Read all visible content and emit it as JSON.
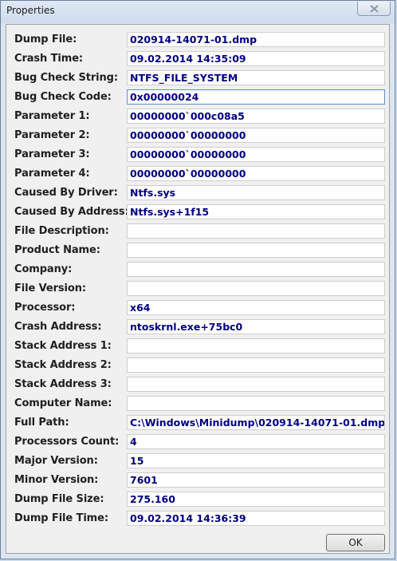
{
  "window": {
    "title": "Properties"
  },
  "fields": [
    {
      "label": "Dump File:",
      "value": "020914-14071-01.dmp"
    },
    {
      "label": "Crash Time:",
      "value": "09.02.2014 14:35:09"
    },
    {
      "label": "Bug Check String:",
      "value": "NTFS_FILE_SYSTEM"
    },
    {
      "label": "Bug Check Code:",
      "value": "0x00000024"
    },
    {
      "label": "Parameter 1:",
      "value": "00000000`000c08a5"
    },
    {
      "label": "Parameter 2:",
      "value": "00000000`00000000"
    },
    {
      "label": "Parameter 3:",
      "value": "00000000`00000000"
    },
    {
      "label": "Parameter 4:",
      "value": "00000000`00000000"
    },
    {
      "label": "Caused By Driver:",
      "value": "Ntfs.sys"
    },
    {
      "label": "Caused By Address:",
      "value": "Ntfs.sys+1f15"
    },
    {
      "label": "File Description:",
      "value": ""
    },
    {
      "label": "Product Name:",
      "value": ""
    },
    {
      "label": "Company:",
      "value": ""
    },
    {
      "label": "File Version:",
      "value": ""
    },
    {
      "label": "Processor:",
      "value": "x64"
    },
    {
      "label": "Crash Address:",
      "value": "ntoskrnl.exe+75bc0"
    },
    {
      "label": "Stack Address 1:",
      "value": ""
    },
    {
      "label": "Stack Address 2:",
      "value": ""
    },
    {
      "label": "Stack Address 3:",
      "value": ""
    },
    {
      "label": "Computer Name:",
      "value": ""
    },
    {
      "label": "Full Path:",
      "value": "C:\\Windows\\Minidump\\020914-14071-01.dmp"
    },
    {
      "label": "Processors Count:",
      "value": "4"
    },
    {
      "label": "Major Version:",
      "value": "15"
    },
    {
      "label": "Minor Version:",
      "value": "7601"
    },
    {
      "label": "Dump File Size:",
      "value": "275.160"
    },
    {
      "label": "Dump File Time:",
      "value": "09.02.2014 14:36:39"
    }
  ],
  "buttons": {
    "ok": "OK"
  },
  "icons": {
    "close": "close-icon"
  }
}
